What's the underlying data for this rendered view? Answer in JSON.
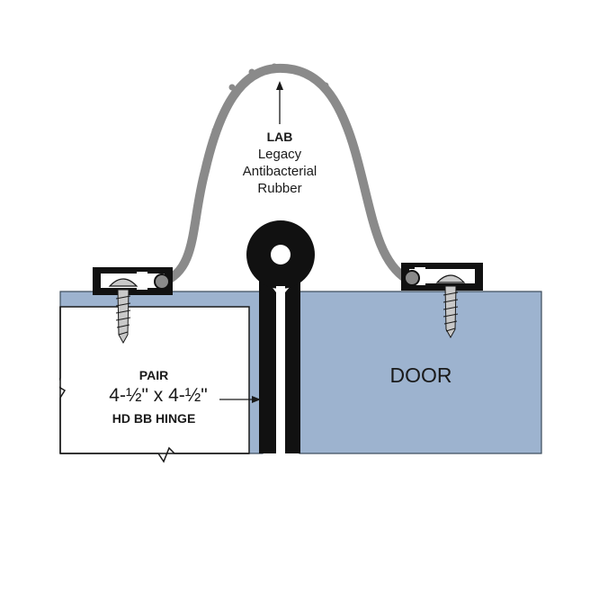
{
  "callout": {
    "code": "LAB",
    "line1": "Legacy",
    "line2": "Antibacterial",
    "line3": "Rubber"
  },
  "hinge": {
    "pair": "PAIR",
    "size": "4-½\" x 4-½\"",
    "type": "HD BB HINGE"
  },
  "door": {
    "label": "DOOR"
  },
  "colors": {
    "door_blue": "#9db3cf",
    "rubber_gray": "#8a8a8a",
    "metal_dark": "#111111",
    "screw_gray": "#c9c9c9"
  }
}
